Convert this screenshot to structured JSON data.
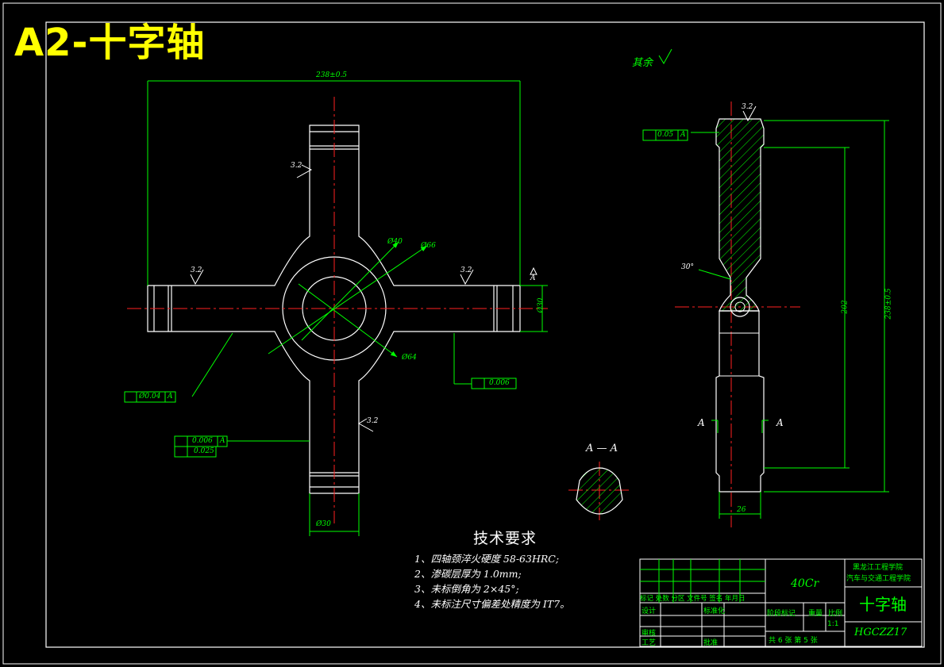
{
  "banner_title": "A2-十字轴",
  "surface_finish": {
    "rest_label": "其余",
    "roughness_value": "3.2"
  },
  "dimensions": {
    "overall_length": "238±0.5",
    "overall_length_side": "238±0.5",
    "inner_span": "202",
    "width": "26",
    "journal_diameter_bottom": "Ø30",
    "journal_diameter_right": "Ø30",
    "dia_40": "Ø40",
    "dia_66": "Ø66",
    "dia_64": "Ø64",
    "chamfer_angle": "30°"
  },
  "tolerances": {
    "coaxiality": "Ø0.04",
    "coaxiality_ref": "A",
    "cylindricity_right": "0.006",
    "cylindricity_bottom": "0.006",
    "bottom_ref": "A",
    "perpendicularity": "0.025",
    "parallelism": "0.05",
    "parallelism_ref": "A",
    "datum": "A"
  },
  "section": {
    "title": "A — A",
    "cut_left": "A",
    "cut_right": "A"
  },
  "tech_requirements": {
    "heading": "技术要求",
    "items": [
      "1、四轴颈淬火硬度 58-63HRC;",
      "2、渗碳层厚为 1.0mm;",
      "3、未标倒角为 2×45°;",
      "4、未标注尺寸偏差处精度为 IT7。"
    ]
  },
  "title_block": {
    "material": "40Cr",
    "school": "黑龙江工程学院",
    "department": "汽车与交通工程学院",
    "part_name": "十字轴",
    "drawing_number": "HGCZZ17",
    "scale": "1:1",
    "sheet_info": "共 6 张 第 5 张",
    "row_headers": "标记 处数 分区  文件号  签名  年月日",
    "design": "设计",
    "standardize": "标准化",
    "stage_marks": "阶段标记",
    "weight": "重量",
    "ratio": "比例",
    "review": "审核",
    "process": "工艺",
    "approve": "批准"
  }
}
